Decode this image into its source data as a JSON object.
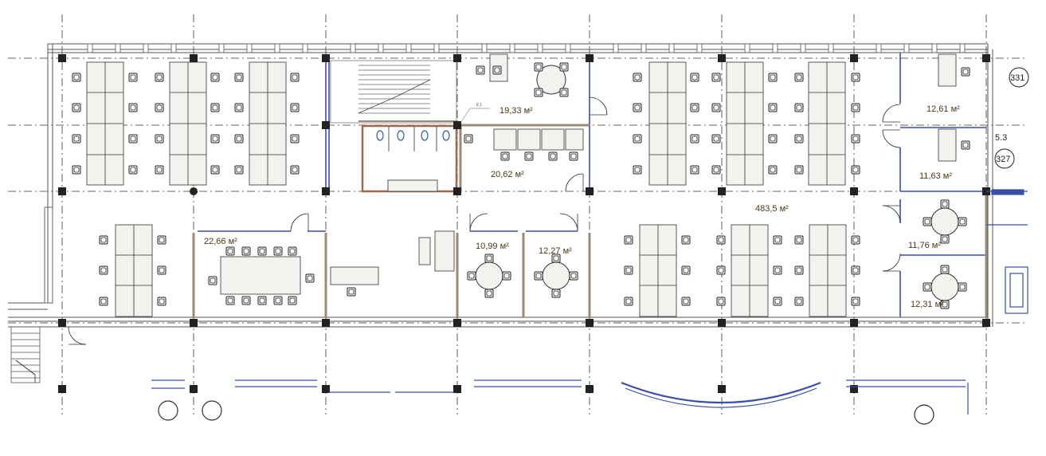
{
  "plan": {
    "total_area": "483,5 м²",
    "room_areas": [
      "19,33 м²",
      "20,62 м²",
      "22,66 м²",
      "10,99 м²",
      "12,27 м²",
      "12,61 м²",
      "11,63 м²",
      "11,76 м²",
      "12,31 м²"
    ],
    "tags": {
      "room_331": "331",
      "room_327": "327",
      "axis_53": "5.3",
      "k1": "К.1"
    }
  },
  "colors": {
    "wall": "#555555",
    "glass": "#3a4fa8",
    "column": "#222222",
    "desk": "#f4f2ee",
    "grid": "#333333",
    "label": "#4a3a1a",
    "partition": "#9a8a7a",
    "wc": "#2a5aa8"
  }
}
